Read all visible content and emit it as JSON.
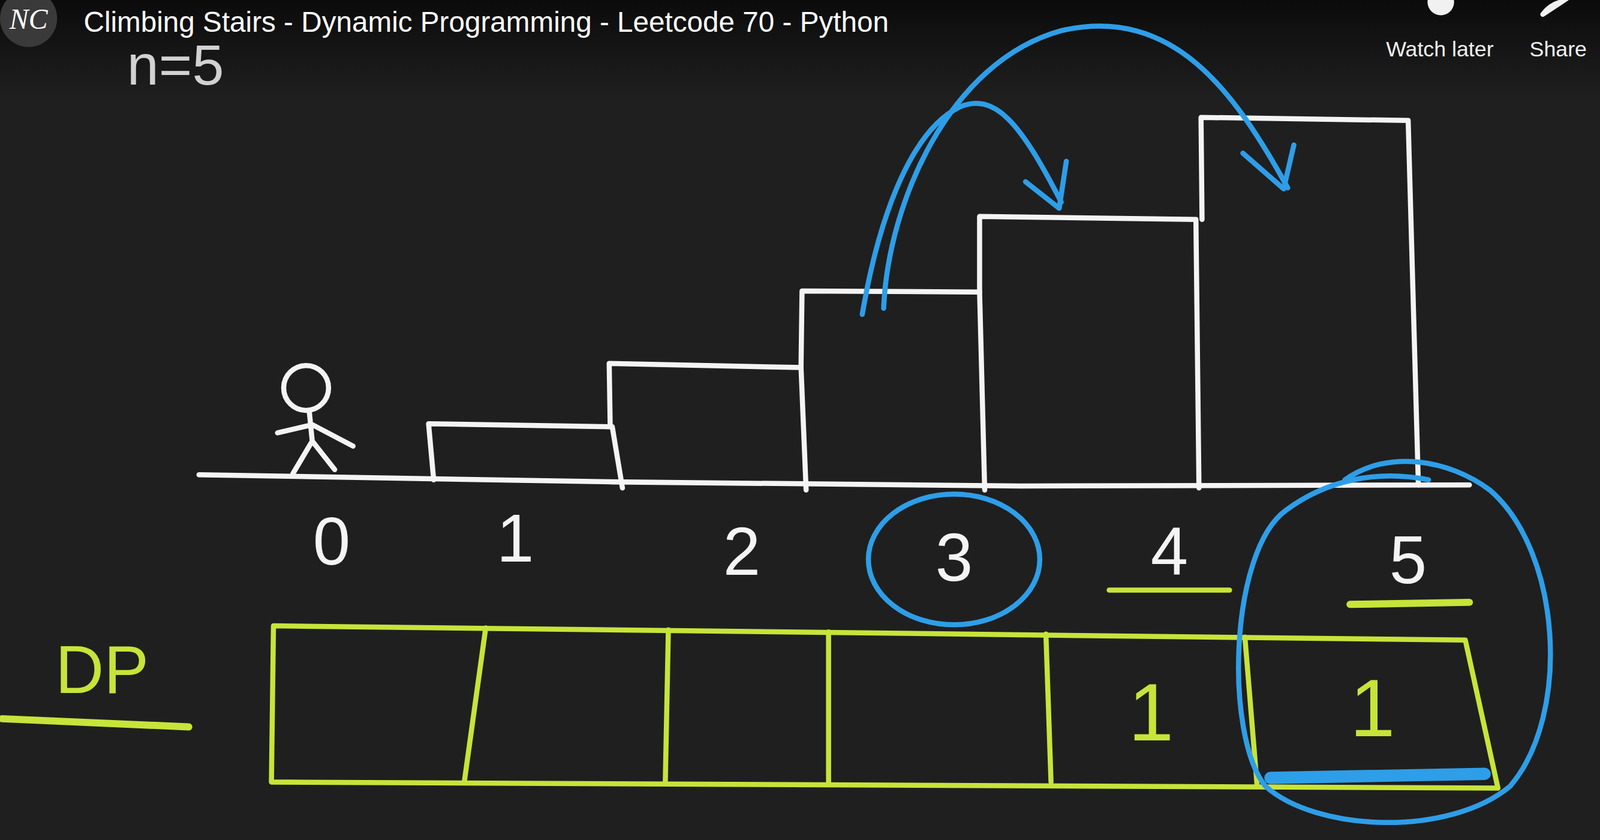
{
  "diagram": {
    "title": "Climbing Stairs - Dynamic Programming - Leetcode 70 - Python",
    "nodes": [
      {
        "text": [
          "1"
        ]
      },
      {
        "text": [
          "1"
        ]
      }
    ],
    "labels": [
      "NC",
      "Watch later",
      "Share",
      "n=5",
      "0",
      "1",
      "2",
      "3",
      "4",
      "5",
      "DP"
    ]
  }
}
